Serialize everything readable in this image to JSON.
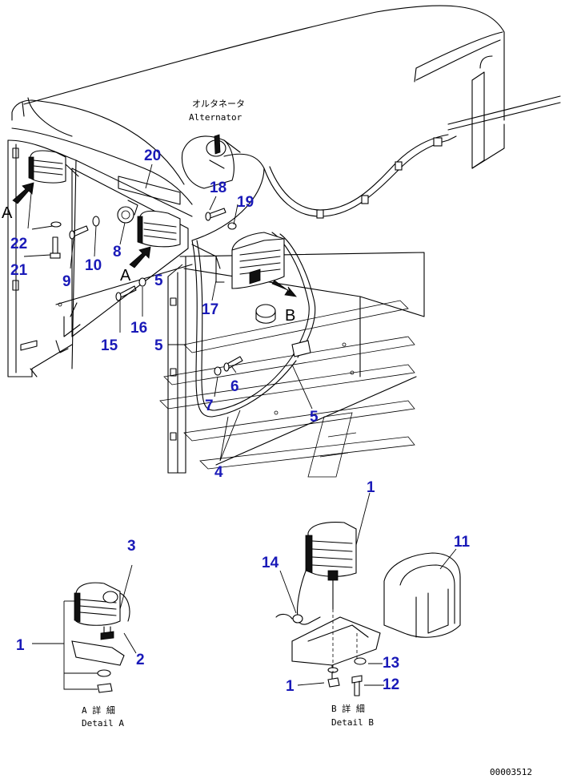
{
  "captions": {
    "alternator_jp": "オルタネータ",
    "alternator_en": "Alternator",
    "view_a": "A",
    "view_b": "B",
    "detail_a_jp": "A 詳 細",
    "detail_a_en": "Detail A",
    "detail_b_jp": "B 詳 細",
    "detail_b_en": "Detail B",
    "drawing_number": "00003512"
  },
  "callouts": {
    "p1_top": "1",
    "p1_a": "1",
    "p1_b": "1",
    "p2": "2",
    "p3": "3",
    "p4": "4",
    "p5_a": "5",
    "p5_b": "5",
    "p5_c": "5",
    "p6": "6",
    "p7": "7",
    "p8": "8",
    "p9": "9",
    "p10": "10",
    "p11": "11",
    "p12": "12",
    "p13": "13",
    "p14": "14",
    "p15": "15",
    "p16": "16",
    "p17": "17",
    "p18": "18",
    "p19": "19",
    "p20": "20",
    "p21": "21",
    "p22": "22"
  },
  "colors": {
    "callout": "#1a1ab8",
    "line": "#000000"
  }
}
